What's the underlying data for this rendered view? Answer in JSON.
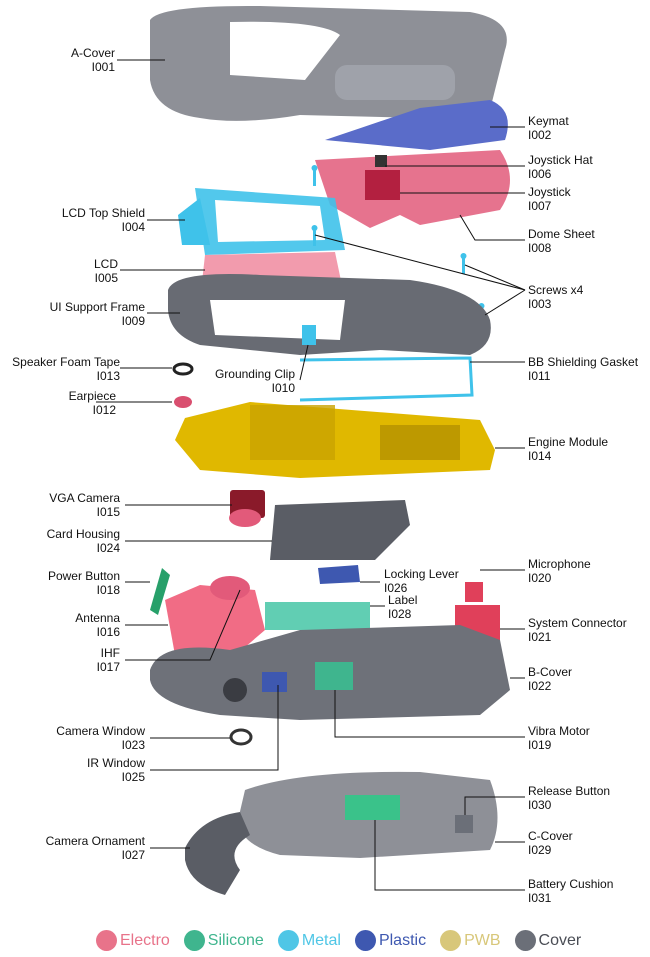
{
  "labels": {
    "a_cover": {
      "name": "A-Cover",
      "id": "I001"
    },
    "keymat": {
      "name": "Keymat",
      "id": "I002"
    },
    "joystick_hat": {
      "name": "Joystick Hat",
      "id": "I006"
    },
    "joystick": {
      "name": "Joystick",
      "id": "I007"
    },
    "lcd_top_shield": {
      "name": "LCD Top Shield",
      "id": "I004"
    },
    "dome_sheet": {
      "name": "Dome Sheet",
      "id": "I008"
    },
    "lcd": {
      "name": "LCD",
      "id": "I005"
    },
    "screws": {
      "name": "Screws x4",
      "id": "I003"
    },
    "ui_support_frame": {
      "name": "UI Support Frame",
      "id": "I009"
    },
    "speaker_foam_tape": {
      "name": "Speaker Foam Tape",
      "id": "I013"
    },
    "grounding_clip": {
      "name": "Grounding Clip",
      "id": "I010"
    },
    "bb_shielding_gasket": {
      "name": "BB Shielding Gasket",
      "id": "I011"
    },
    "earpiece": {
      "name": "Earpiece",
      "id": "I012"
    },
    "engine_module": {
      "name": "Engine Module",
      "id": "I014"
    },
    "vga_camera": {
      "name": "VGA Camera",
      "id": "I015"
    },
    "card_housing": {
      "name": "Card Housing",
      "id": "I024"
    },
    "microphone": {
      "name": "Microphone",
      "id": "I020"
    },
    "power_button": {
      "name": "Power Button",
      "id": "I018"
    },
    "locking_lever": {
      "name": "Locking Lever",
      "id": "I026"
    },
    "label": {
      "name": "Label",
      "id": "I028"
    },
    "antenna": {
      "name": "Antenna",
      "id": "I016"
    },
    "system_connector": {
      "name": "System Connector",
      "id": "I021"
    },
    "ihf": {
      "name": "IHF",
      "id": "I017"
    },
    "b_cover": {
      "name": "B-Cover",
      "id": "I022"
    },
    "camera_window": {
      "name": "Camera Window",
      "id": "I023"
    },
    "vibra_motor": {
      "name": "Vibra Motor",
      "id": "I019"
    },
    "ir_window": {
      "name": "IR Window",
      "id": "I025"
    },
    "release_button": {
      "name": "Release Button",
      "id": "I030"
    },
    "c_cover": {
      "name": "C-Cover",
      "id": "I029"
    },
    "camera_ornament": {
      "name": "Camera Ornament",
      "id": "I027"
    },
    "battery_cushion": {
      "name": "Battery Cushion",
      "id": "I031"
    }
  },
  "legend": [
    {
      "label": "Electro",
      "color": "#e8738a"
    },
    {
      "label": "Silicone",
      "color": "#3fb58e"
    },
    {
      "label": "Metal",
      "color": "#4fc6e6"
    },
    {
      "label": "Plastic",
      "color": "#3e58b0"
    },
    {
      "label": "PWB",
      "color": "#d8c77a"
    },
    {
      "label": "Cover",
      "color": "#6b6f78"
    }
  ]
}
